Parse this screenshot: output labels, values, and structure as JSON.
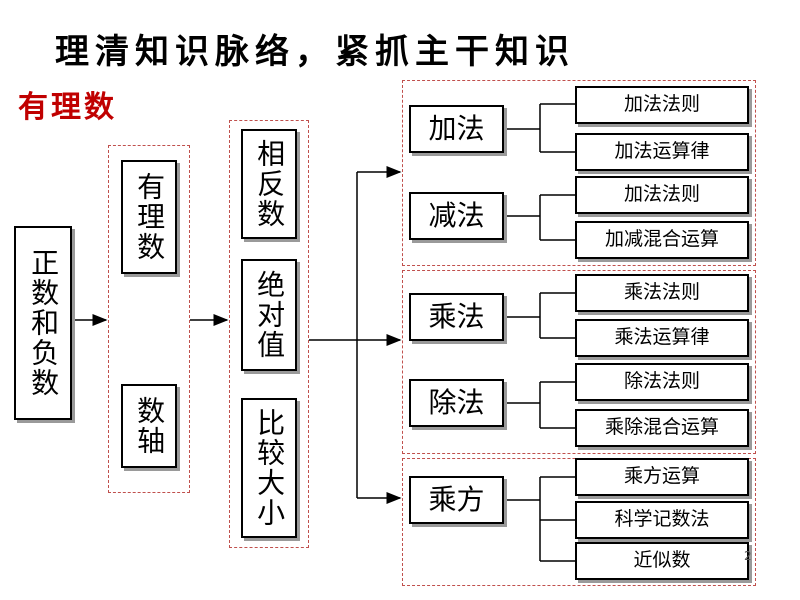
{
  "title": "理清知识脉络，紧抓主干知识",
  "subtitle": "有理数",
  "page_number": "2",
  "root": {
    "label": "正数和负数"
  },
  "group1": {
    "items": [
      "有理数",
      "数轴"
    ]
  },
  "group2": {
    "items": [
      "相反数",
      "绝对值",
      "比较大小"
    ]
  },
  "operations": [
    {
      "label": "加法",
      "children": [
        "加法法则",
        "加法运算律"
      ]
    },
    {
      "label": "减法",
      "children": [
        "加法法则",
        "加减混合运算"
      ]
    },
    {
      "label": "乘法",
      "children": [
        "乘法法则",
        "乘法运算律"
      ]
    },
    {
      "label": "除法",
      "children": [
        "除法法则",
        "乘除混合运算"
      ]
    },
    {
      "label": "乘方",
      "children": [
        "乘方运算",
        "科学记数法",
        "近似数"
      ]
    }
  ],
  "colors": {
    "frame": "#c0504d",
    "title_red": "#c00000",
    "line": "#000000"
  }
}
